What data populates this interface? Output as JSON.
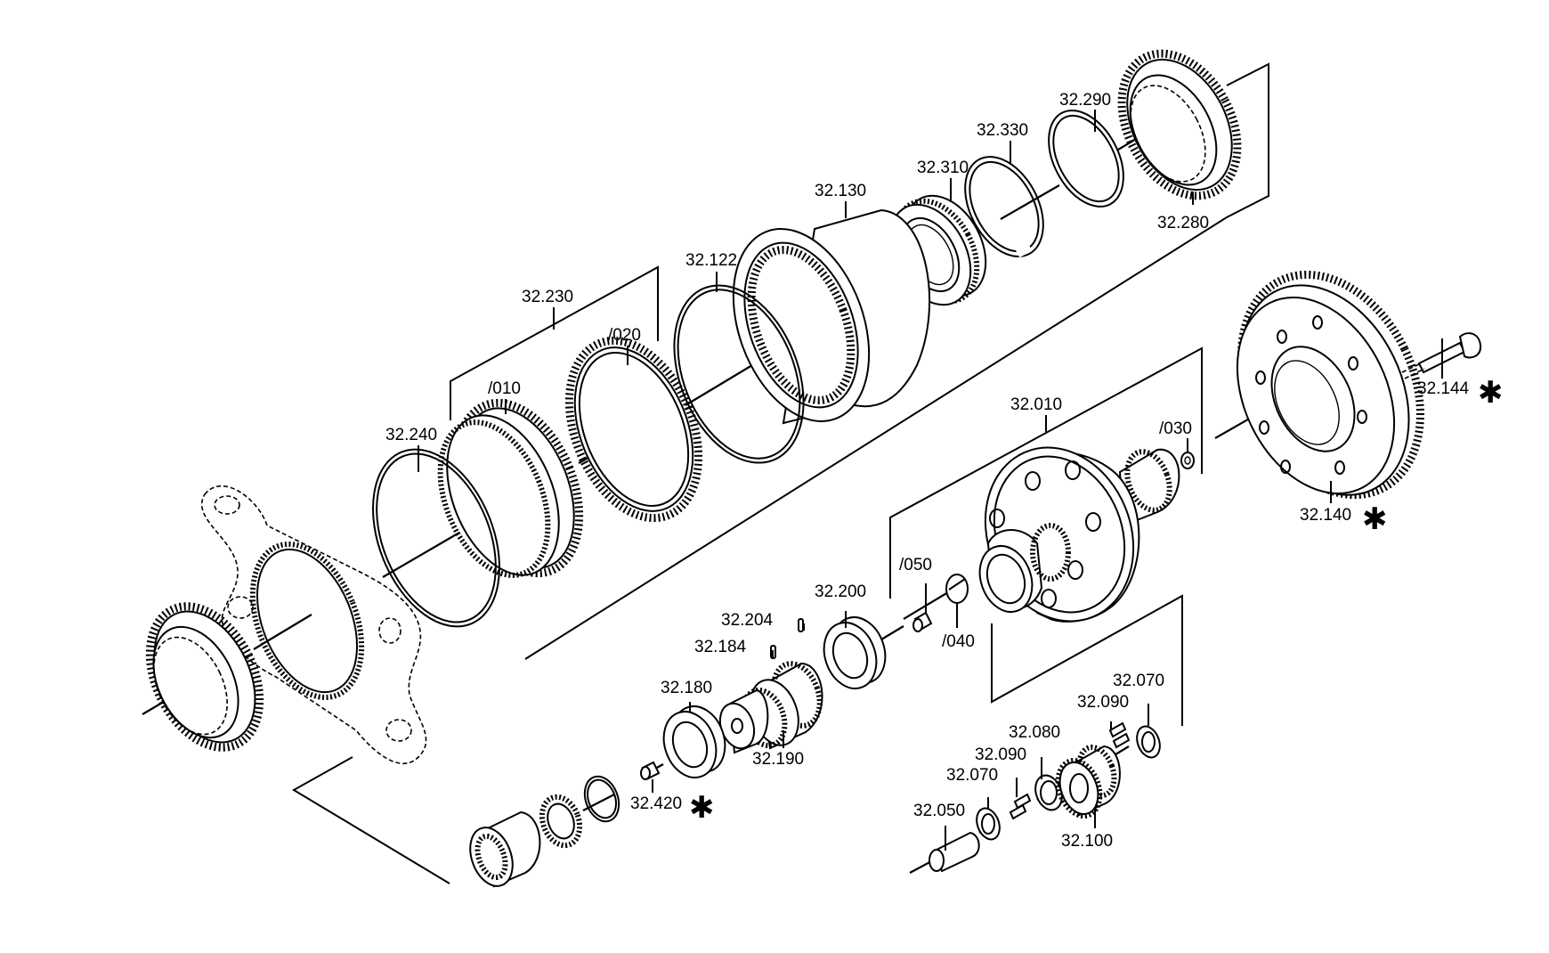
{
  "labels": {
    "l_32_290": "32.290",
    "l_32_330": "32.330",
    "l_32_310": "32.310",
    "l_32_280": "32.280",
    "l_32_130": "32.130",
    "l_32_122": "32.122",
    "l_32_230": "32.230",
    "l_020": "/020",
    "l_010": "/010",
    "l_32_240": "32.240",
    "l_32_144": "32.144",
    "l_32_010": "32.010",
    "l_030": "/030",
    "l_32_140": "32.140",
    "l_050": "/050",
    "l_32_200": "32.200",
    "l_32_204": "32.204",
    "l_32_184": "32.184",
    "l_040": "/040",
    "l_32_180": "32.180",
    "l_32_190": "32.190",
    "l_32_070a": "32.070",
    "l_32_090a": "32.090",
    "l_32_080": "32.080",
    "l_32_090b": "32.090",
    "l_32_070b": "32.070",
    "l_32_420": "32.420",
    "l_32_050": "32.050",
    "l_32_100": "32.100"
  },
  "marker": "✱"
}
